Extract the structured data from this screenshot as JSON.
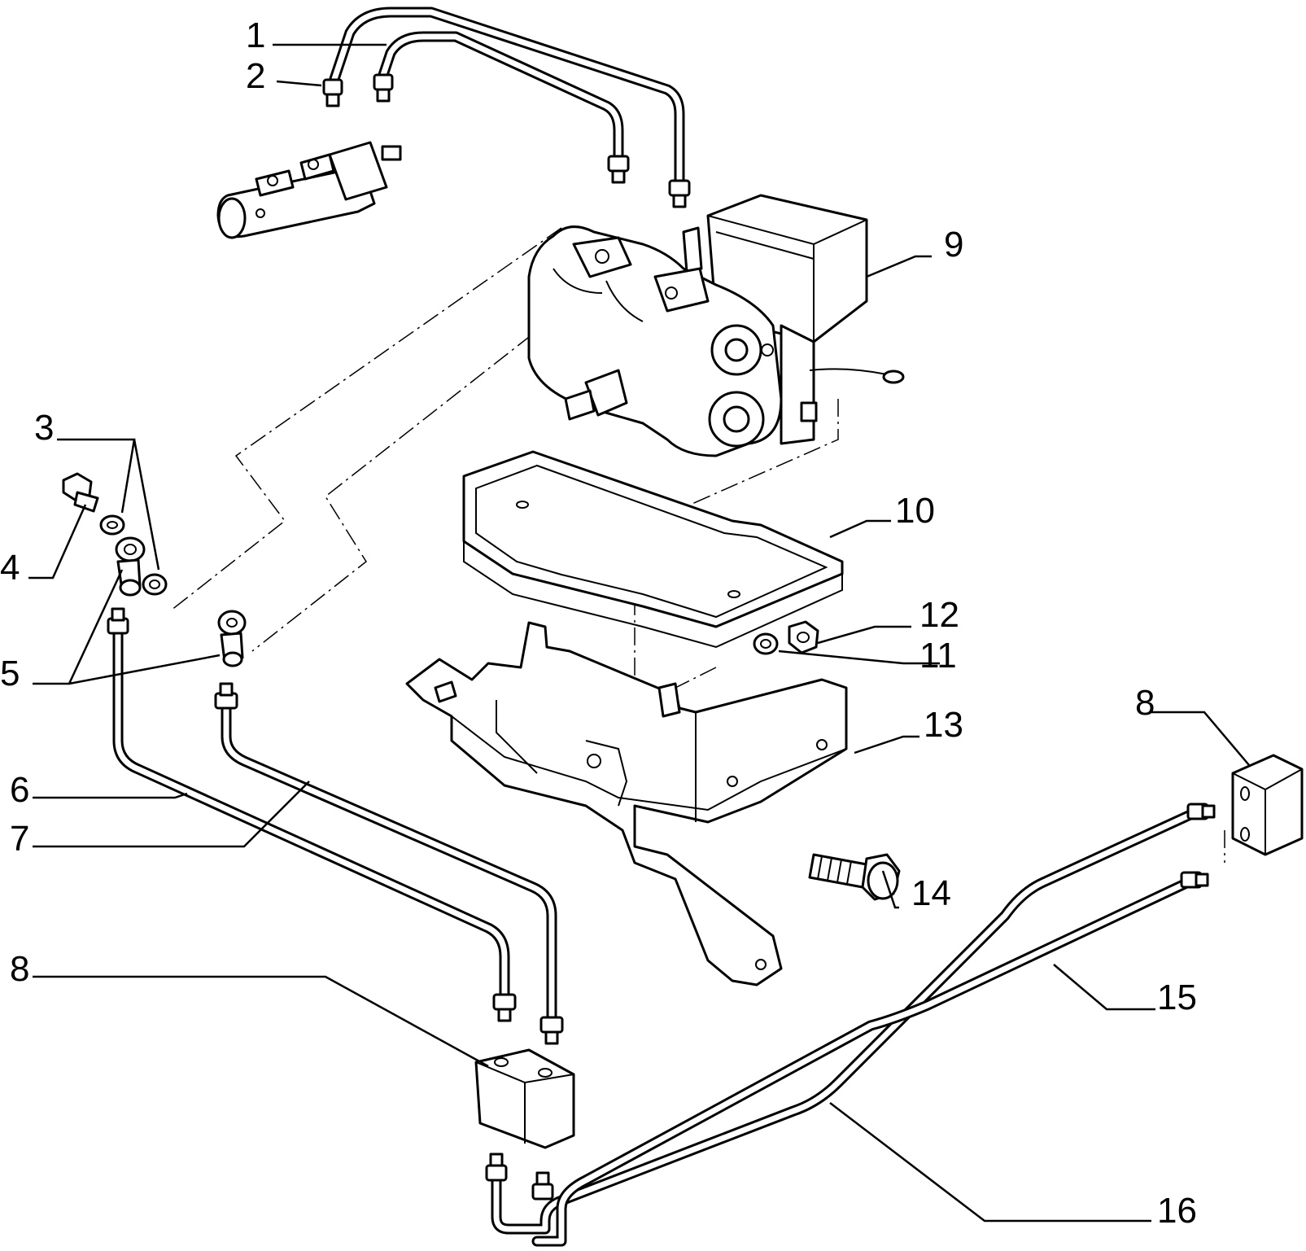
{
  "callouts": [
    {
      "id": "1",
      "label": "1"
    },
    {
      "id": "2",
      "label": "2"
    },
    {
      "id": "3",
      "label": "3"
    },
    {
      "id": "4",
      "label": "4"
    },
    {
      "id": "5",
      "label": "5"
    },
    {
      "id": "6",
      "label": "6"
    },
    {
      "id": "7",
      "label": "7"
    },
    {
      "id": "8a",
      "label": "8"
    },
    {
      "id": "8b",
      "label": "8"
    },
    {
      "id": "9",
      "label": "9"
    },
    {
      "id": "10",
      "label": "10"
    },
    {
      "id": "11",
      "label": "11"
    },
    {
      "id": "12",
      "label": "12"
    },
    {
      "id": "13",
      "label": "13"
    },
    {
      "id": "14",
      "label": "14"
    },
    {
      "id": "15",
      "label": "15"
    },
    {
      "id": "16",
      "label": "16"
    }
  ]
}
